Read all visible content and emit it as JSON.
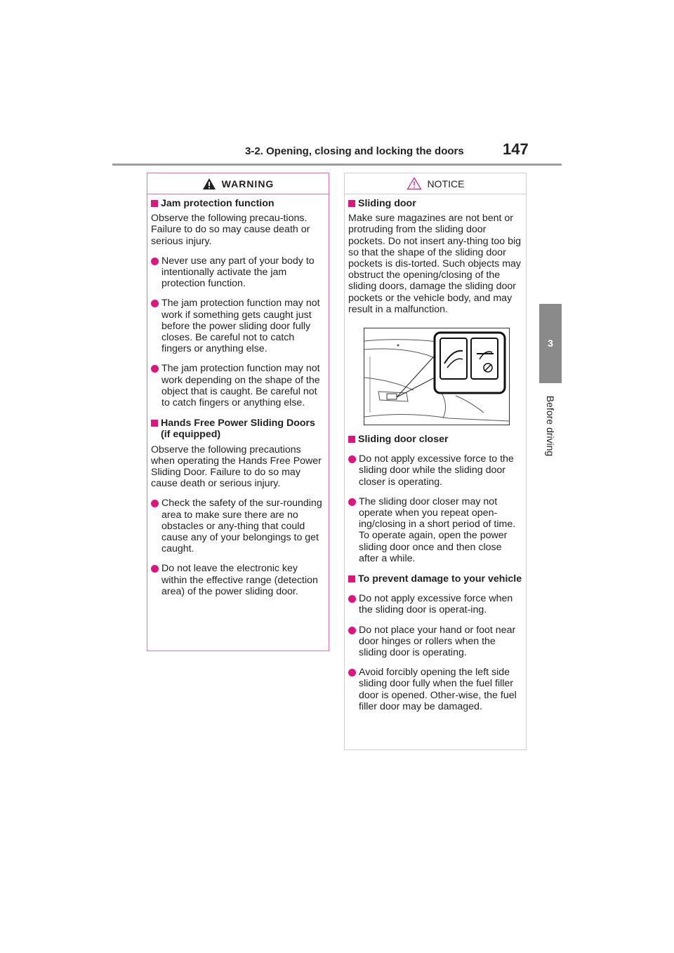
{
  "header": {
    "title": "3-2. Opening, closing and locking the doors",
    "page_number": "147"
  },
  "side_tab": {
    "chapter_number": "3",
    "chapter_label": "Before driving"
  },
  "warning": {
    "heading": "WARNING",
    "icon": "warning-triangle-icon",
    "sections": [
      {
        "title": "Jam protection function",
        "text": "Observe the following precau-tions. Failure to do so may cause death or serious injury.",
        "bullets": [
          "Never use any part of your body to intentionally activate the jam protection function.",
          "The jam protection function may not work if something gets caught just before the power sliding door fully closes. Be careful not to catch fingers or anything else.",
          "The jam protection function may not work depending on the shape of the object that is caught. Be careful not to catch fingers or anything else."
        ]
      },
      {
        "title": "Hands Free Power Sliding Doors (if equipped)",
        "text": "Observe the following precautions when operating the Hands Free Power Sliding Door. Failure to do so may cause death or serious injury.",
        "bullets": [
          "Check the safety of the sur-rounding area to make sure there are no obstacles or any-thing that could cause any of your belongings to get caught.",
          "Do not leave the electronic key within the effective range (detection area) of the power sliding door."
        ]
      }
    ]
  },
  "notice": {
    "heading": "NOTICE",
    "icon": "caution-triangle-icon",
    "sections": [
      {
        "title": "Sliding door",
        "text": "Make sure magazines are not bent or protruding from the sliding door pockets. Do not insert any-thing too big so that the shape of the sliding door pockets is dis-torted. Such objects may obstruct the opening/closing of the sliding doors, damage the sliding door pockets or the vehicle body, and may result in a malfunction."
      },
      {
        "title": "Sliding door closer",
        "bullets": [
          "Do not apply excessive force to the sliding door while the sliding door closer is operating.",
          "The sliding door closer may not operate when you repeat open-ing/closing in a short period of time. To operate again, open the power sliding door once and then close after a while."
        ]
      },
      {
        "title": "To prevent damage to your vehicle",
        "bullets": [
          "Do not apply excessive force when the sliding door is operat-ing.",
          "Do not place your hand or foot near door hinges or rollers when the sliding door is operating.",
          "Avoid forcibly opening the left side sliding door fully when the fuel filler door is opened. Other-wise, the fuel filler door may be damaged."
        ]
      }
    ]
  },
  "colors": {
    "accent": "#e2137f",
    "warning_border": "#e070b4",
    "notice_border": "#cfcfcf",
    "tab_gray": "#8a8a8a",
    "rule_gray": "#9b9b9b"
  }
}
